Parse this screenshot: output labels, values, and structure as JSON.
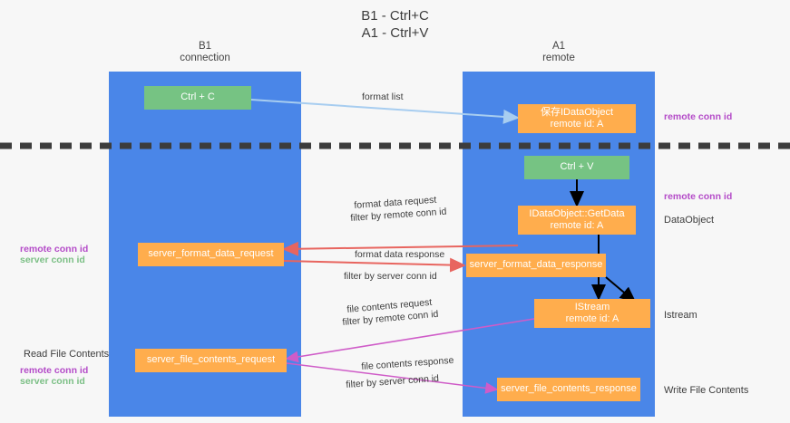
{
  "title": {
    "line1": "B1 - Ctrl+C",
    "line2": "A1 - Ctrl+V"
  },
  "colors": {
    "lane": "#4a86e8",
    "node_green": "#76c383",
    "node_orange": "#ffad4d",
    "purple": "#b44bc8",
    "green_text": "#7bbf85",
    "magenta": "#c2529f",
    "arrow_blue": "#a7cdf0",
    "arrow_red": "#e8655f",
    "arrow_magenta": "#cf5cc8",
    "arrow_black": "#000000",
    "divider": "#3c3c3c",
    "background": "#f7f7f7"
  },
  "lanes": [
    {
      "id": "b1",
      "title": "B1",
      "subtitle": "connection"
    },
    {
      "id": "a1",
      "title": "A1",
      "subtitle": "remote"
    }
  ],
  "nodes": {
    "ctrl_c": {
      "label": "Ctrl + C"
    },
    "save_idataobject": {
      "line1": "保存IDataObject",
      "line2": "remote id: A"
    },
    "ctrl_v": {
      "label": "Ctrl + V"
    },
    "getdata": {
      "line1": "IDataObject::GetData",
      "line2": "remote id: A"
    },
    "server_format_data_request": {
      "label": "server_format_data_request"
    },
    "server_format_data_response": {
      "label": "server_format_data_response"
    },
    "istream": {
      "line1": "IStream",
      "line2": "remote id: A"
    },
    "server_file_contents_request": {
      "label": "server_file_contents_request"
    },
    "server_file_contents_response": {
      "label": "server_file_contents_response"
    }
  },
  "edge_labels": {
    "format_list": "format list",
    "format_data_request": "format data request",
    "format_data_request_filter_prefix": "filter by ",
    "format_data_request_filter_key": "remote conn id",
    "format_data_response": "format data response",
    "format_data_response_filter_prefix": "filter by ",
    "format_data_response_filter_key": "server conn id",
    "file_contents_request": "file contents request",
    "file_contents_request_filter_prefix": "filter by ",
    "file_contents_request_filter_key": "remote conn id",
    "file_contents_response": "file contents response",
    "file_contents_response_filter_prefix": "filter by ",
    "file_contents_response_filter_key": "server conn id"
  },
  "annotations": {
    "right_remote_conn_id_top": "remote conn id",
    "right_remote_conn_id_mid": "remote conn id",
    "right_dataobject": "DataObject",
    "right_istream": "Istream",
    "right_write_file_contents": "Write File Contents",
    "left_remote_conn_id_mid": "remote conn id",
    "left_server_conn_id_mid": "server conn id",
    "left_read_file_contents": "Read File Contents",
    "left_remote_conn_id_bottom": "remote conn id",
    "left_server_conn_id_bottom": "server conn id"
  }
}
